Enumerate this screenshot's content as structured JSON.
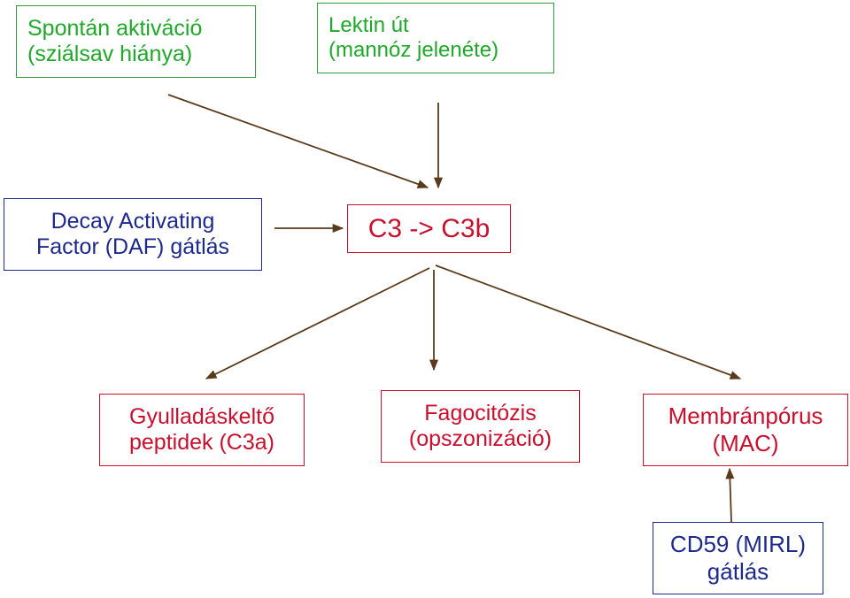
{
  "boxes": {
    "spontan": {
      "line1": "Spontán aktiváció",
      "line2": "(sziálsav hiánya)"
    },
    "lektin": {
      "line1": "Lektin út",
      "line2": "(mannóz jelenéte)"
    },
    "daf": {
      "line1": "Decay Activating",
      "line2": "Factor (DAF) gátlás"
    },
    "c3": {
      "line1": "C3 -> C3b"
    },
    "gyulladas": {
      "line1": "Gyulladáskeltő",
      "line2": "peptidek (C3a)"
    },
    "fagocitozis": {
      "line1": "Fagocitózis",
      "line2": "(opszonizáció)"
    },
    "membranporus": {
      "line1": "Membránpórus",
      "line2": "(MAC)"
    },
    "cd59": {
      "line1": "CD59 (MIRL)",
      "line2": "gátlás"
    }
  },
  "colors": {
    "green": "#1fa82a",
    "blue": "#1d2a8c",
    "red": "#c8102e",
    "arrow": "#5a3a1a"
  }
}
